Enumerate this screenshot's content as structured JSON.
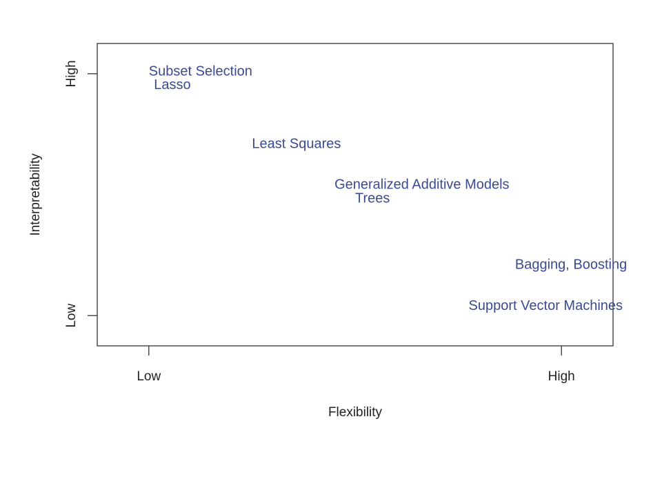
{
  "chart_data": {
    "type": "scatter",
    "title": "",
    "xlabel": "Flexibility",
    "ylabel": "Interpretability",
    "xlim": [
      0,
      1
    ],
    "ylim": [
      0,
      1
    ],
    "grid": false,
    "x_ticks": [
      {
        "value": 0.1,
        "label": "Low"
      },
      {
        "value": 0.9,
        "label": "High"
      }
    ],
    "y_ticks": [
      {
        "value": 0.1,
        "label": "Low"
      },
      {
        "value": 0.9,
        "label": "High"
      }
    ],
    "label_color": "#3b4a8f",
    "points": [
      {
        "label": "Subset Selection",
        "x": 0.1,
        "y": 0.91
      },
      {
        "label": "Lasso",
        "x": 0.11,
        "y": 0.865
      },
      {
        "label": "Least Squares",
        "x": 0.3,
        "y": 0.67
      },
      {
        "label": "Generalized Additive Models",
        "x": 0.46,
        "y": 0.535
      },
      {
        "label": "Trees",
        "x": 0.5,
        "y": 0.49
      },
      {
        "label": "Bagging, Boosting",
        "x": 0.81,
        "y": 0.27
      },
      {
        "label": "Support Vector Machines",
        "x": 0.72,
        "y": 0.135
      }
    ]
  }
}
